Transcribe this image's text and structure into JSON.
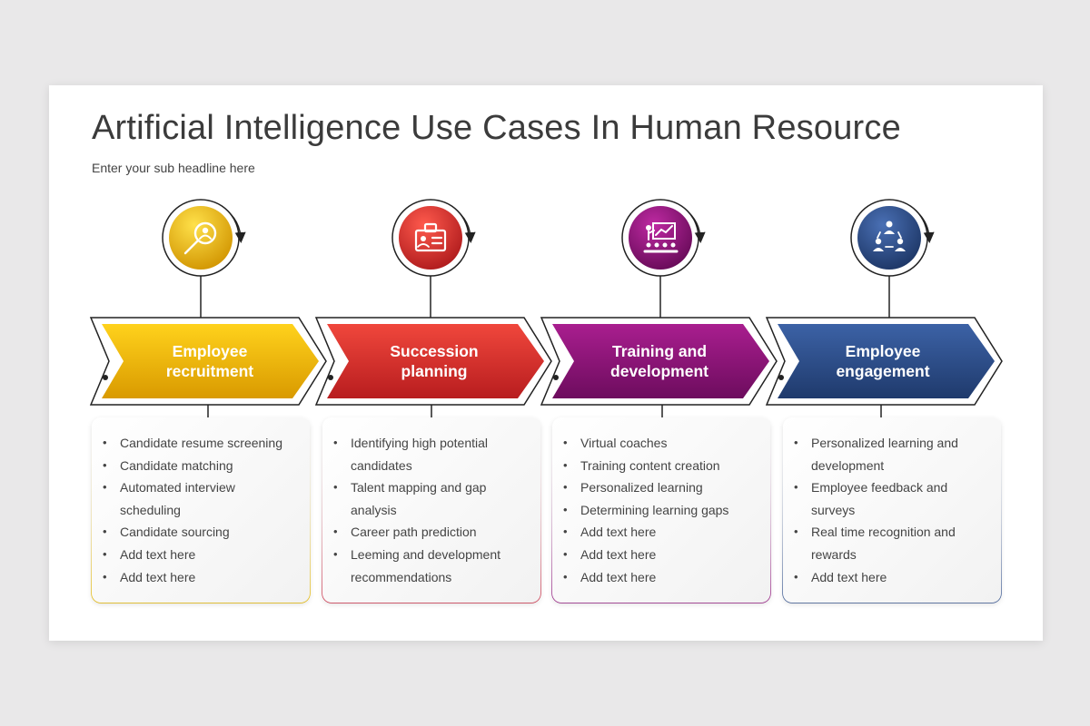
{
  "title": "Artificial Intelligence Use Cases In Human Resource",
  "subtitle": "Enter your sub headline here",
  "steps": [
    {
      "icon": "recruitment-search-icon",
      "color": "#e7a800",
      "label_line1": "Employee",
      "label_line2": "recruitment",
      "bullets": [
        "Candidate resume screening",
        "Candidate matching",
        "Automated interview",
        "scheduling",
        "Candidate sourcing",
        "Add text here",
        "Add text here"
      ]
    },
    {
      "icon": "id-badge-icon",
      "color": "#d42c2a",
      "label_line1": "Succession",
      "label_line2": "planning",
      "bullets": [
        "Identifying high potential",
        "candidates",
        "Talent mapping and gap",
        "analysis",
        "Career path prediction",
        "Leeming and development",
        "recommendations"
      ]
    },
    {
      "icon": "presentation-board-icon",
      "color": "#8c1478",
      "label_line1": "Training and",
      "label_line2": "development",
      "bullets": [
        "Virtual coaches",
        "Training content creation",
        "Personalized learning",
        "Determining learning gaps",
        "Add text here",
        "Add text here",
        "Add text here"
      ]
    },
    {
      "icon": "team-network-icon",
      "color": "#2a4a84",
      "label_line1": "Employee",
      "label_line2": "engagement",
      "bullets": [
        "Personalized learning and",
        "development",
        "Employee feedback and",
        "surveys",
        "Real time recognition and",
        "rewards",
        "Add text here"
      ]
    }
  ]
}
